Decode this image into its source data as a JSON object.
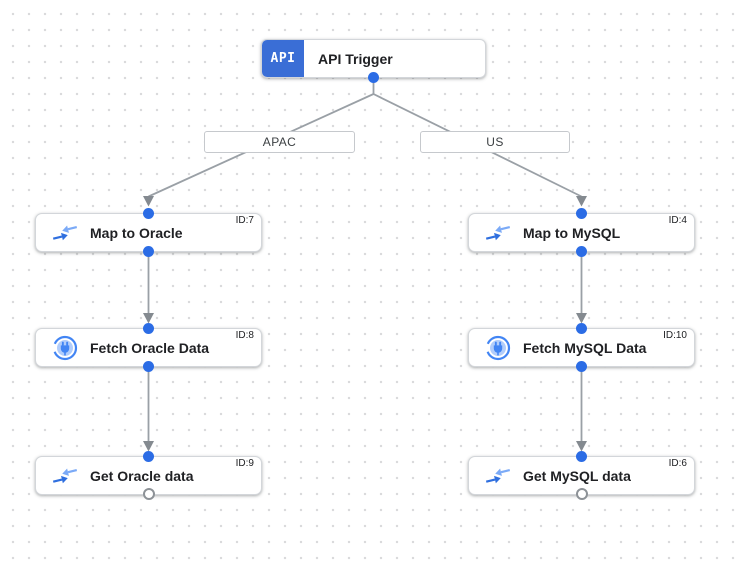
{
  "trigger": {
    "icon_label": "API",
    "title": "API Trigger"
  },
  "branches": [
    {
      "label": "APAC"
    },
    {
      "label": "US"
    }
  ],
  "nodes": [
    {
      "title": "Map to Oracle",
      "id_label": "ID:7",
      "icon": "data-mapping-icon"
    },
    {
      "title": "Fetch Oracle Data",
      "id_label": "ID:8",
      "icon": "connectors-icon"
    },
    {
      "title": "Get Oracle data",
      "id_label": "ID:9",
      "icon": "data-mapping-icon"
    },
    {
      "title": "Map to MySQL",
      "id_label": "ID:4",
      "icon": "data-mapping-icon"
    },
    {
      "title": "Fetch MySQL Data",
      "id_label": "ID:10",
      "icon": "connectors-icon"
    },
    {
      "title": "Get MySQL data",
      "id_label": "ID:6",
      "icon": "data-mapping-icon"
    }
  ],
  "colors": {
    "api_blue": "#3a6ed6",
    "port_blue": "#2b6ce5",
    "edge_gray": "#9aa0a6",
    "arrow_gray": "#848a90",
    "node_border": "#d3d6da",
    "title_color": "#202124",
    "id_color": "#202124",
    "branch_text": "#3c4043",
    "icon_blue_dark": "#2f6fdf",
    "icon_blue_light": "#7baaf7",
    "connector_blue": "#4285f4",
    "connector_light": "#b1cdfb"
  }
}
